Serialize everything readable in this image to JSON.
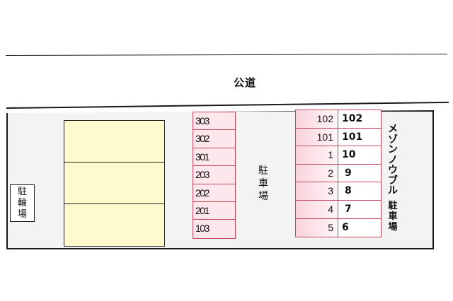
{
  "road": {
    "label": "公道"
  },
  "bicycle_parking": {
    "chars": [
      "駐",
      "輪",
      "場"
    ]
  },
  "building": {
    "units": 3,
    "fill": "#fffacd"
  },
  "left_parking": {
    "label_chars": [
      "駐",
      "車",
      "場"
    ],
    "slots": [
      "303",
      "302",
      "301",
      "203",
      "202",
      "201",
      "103"
    ],
    "border_color": "#c2485a",
    "fill": "#fde6ec"
  },
  "right_parking": {
    "rows": [
      {
        "left": "102",
        "right": "102"
      },
      {
        "left": "101",
        "right": "101"
      },
      {
        "left": "1",
        "right": "10"
      },
      {
        "left": "2",
        "right": "9"
      },
      {
        "left": "3",
        "right": "8"
      },
      {
        "left": "4",
        "right": "7"
      },
      {
        "left": "5",
        "right": "6"
      }
    ],
    "name_chars": [
      "メ",
      "ゾ",
      "ン",
      "ノ",
      "ウ",
      "ブ",
      "ル"
    ],
    "label_chars": [
      "駐",
      "車",
      "場"
    ]
  }
}
